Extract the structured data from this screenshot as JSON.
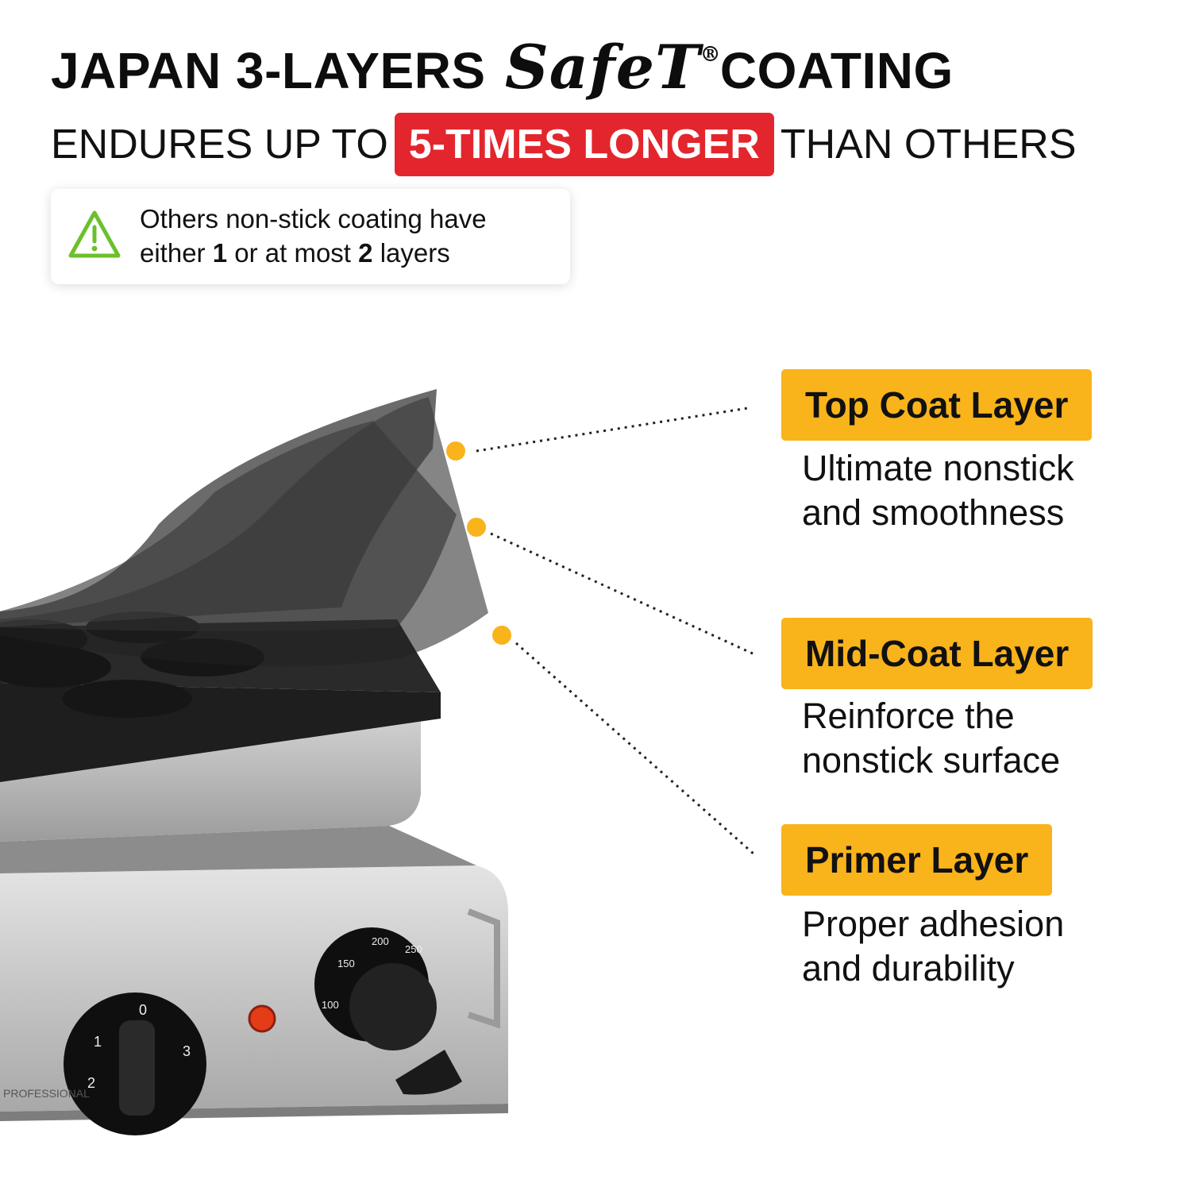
{
  "headline": {
    "part1": "JAPAN 3-LAYERS",
    "brand": "SafeT",
    "registered": "®",
    "part2": "COATING"
  },
  "subheadline": {
    "before": "ENDURES UP TO",
    "highlight": "5-TIMES LONGER",
    "after": "THAN OTHERS"
  },
  "notice": {
    "icon": "warning-triangle-icon",
    "line1": "Others non-stick coating have",
    "line2_before": "either",
    "line2_num1": "1",
    "line2_mid": "or at most",
    "line2_num2": "2",
    "line2_after": "layers"
  },
  "layers": [
    {
      "label": "Top Coat Layer",
      "desc_line1": "Ultimate nonstick",
      "desc_line2": "and smoothness"
    },
    {
      "label": "Mid-Coat Layer",
      "desc_line1": "Reinforce the",
      "desc_line2": "nonstick surface"
    },
    {
      "label": "Primer Layer",
      "desc_line1": "Proper adhesion",
      "desc_line2": "and durability"
    }
  ],
  "device": {
    "power_dial_marks": [
      "0",
      "1",
      "2",
      "3"
    ],
    "temp_dial_marks": [
      "100",
      "150",
      "200",
      "250"
    ],
    "brand_plate": "PROFESSIONAL"
  },
  "colors": {
    "accent_orange": "#f9b31b",
    "highlight_red": "#e3262d",
    "warning_green": "#6cc02b"
  }
}
